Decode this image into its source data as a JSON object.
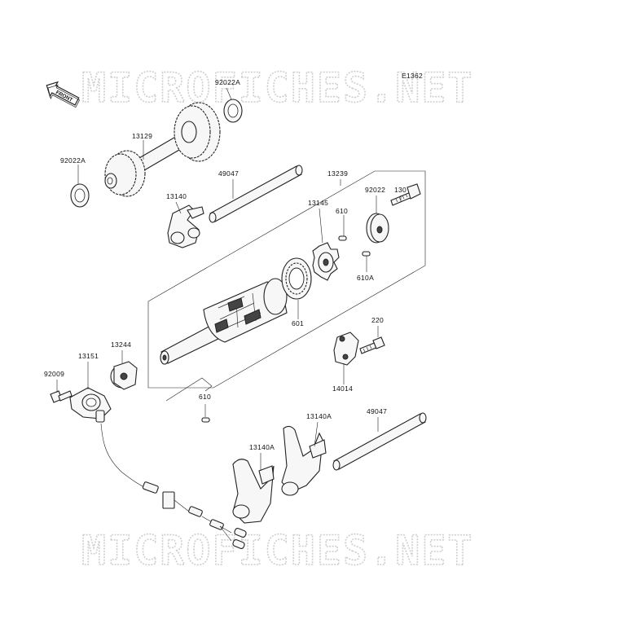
{
  "watermark": {
    "top": "MICROFICHES.NET",
    "bottom": "MICROFICHES.NET"
  },
  "figure_code": "E1362",
  "front_badge": "FRONT",
  "parts": {
    "p92022a_top": "92022A",
    "p13129": "13129",
    "p92022a_left": "92022A",
    "p49047_top": "49047",
    "p13239": "13239",
    "p13140": "13140",
    "p92022": "92022",
    "p130": "130",
    "p610_top": "610",
    "p13145": "13145",
    "p610a": "610A",
    "p601": "601",
    "p220": "220",
    "p13244": "13244",
    "p13151": "13151",
    "p92009": "92009",
    "p14014": "14014",
    "p610_bottom": "610",
    "p13140a_right": "13140A",
    "p49047_bottom": "49047",
    "p13140a_left": "13140A"
  },
  "icons": {
    "front_arrow": "front-arrow-icon"
  }
}
